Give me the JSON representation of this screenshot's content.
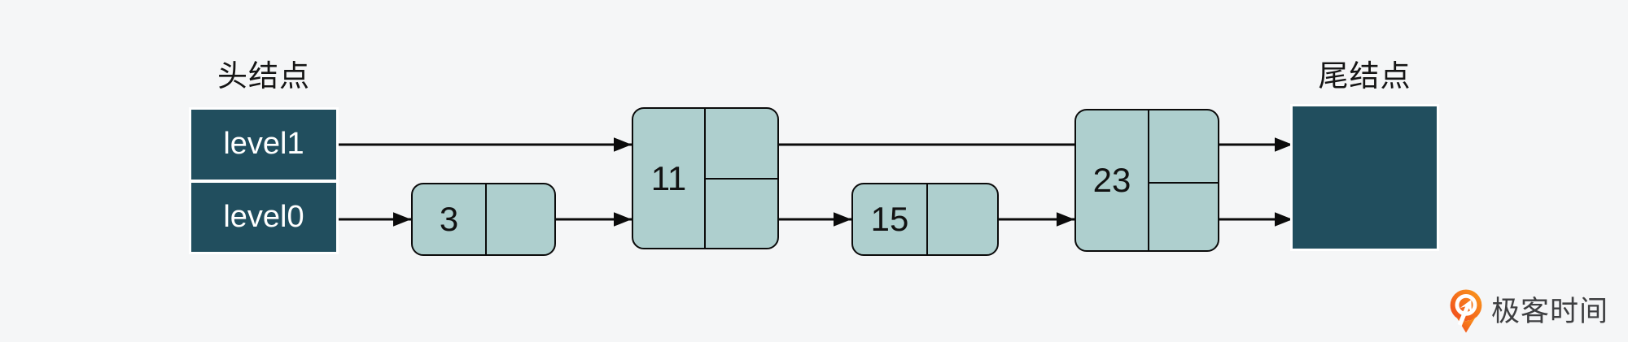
{
  "diagram": {
    "title_hint": "skip-list structure diagram",
    "head_label": "头结点",
    "tail_label": "尾结点",
    "head_levels": [
      {
        "label": "level1"
      },
      {
        "label": "level0"
      }
    ],
    "nodes": [
      {
        "value": "3",
        "levels": 1
      },
      {
        "value": "11",
        "levels": 2
      },
      {
        "value": "15",
        "levels": 1
      },
      {
        "value": "23",
        "levels": 2
      }
    ],
    "colors": {
      "background": "#F5F6F7",
      "dark_node": "#214E5E",
      "light_node": "#AECFCE",
      "line": "#0B0B0B"
    }
  },
  "branding": {
    "logo_text": "极客时间",
    "logo_orange_dark": "#F0471D",
    "logo_orange_light": "#FA9C1C"
  }
}
